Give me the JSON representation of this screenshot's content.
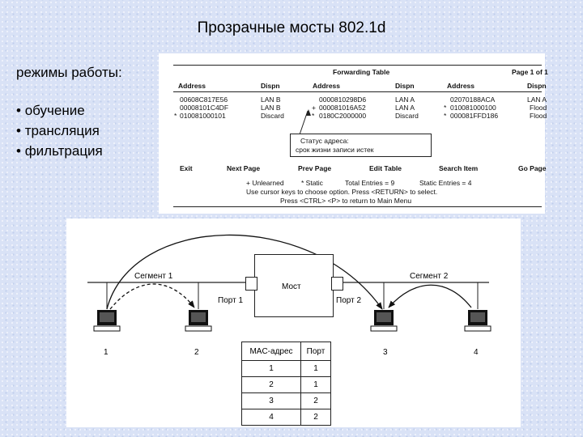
{
  "slide": {
    "title": "Прозрачные мосты 802.1d",
    "modes_heading": "режимы работы:",
    "modes": [
      "обучение",
      "трансляция",
      "фильтрация"
    ]
  },
  "terminal": {
    "title": "Forwarding Table",
    "page": "Page 1 of 1",
    "columns": [
      "Address",
      "Dispn",
      "Address",
      "Dispn",
      "Address",
      "Dispn"
    ],
    "groups": [
      {
        "rows": [
          {
            "mark": "",
            "address": "00608C817E56",
            "dispn": "LAN B"
          },
          {
            "mark": "",
            "address": "00008101C4DF",
            "dispn": "LAN B"
          },
          {
            "mark": "*",
            "address": "010081000101",
            "dispn": "Discard"
          }
        ]
      },
      {
        "rows": [
          {
            "mark": "",
            "address": "0000810298D6",
            "dispn": "LAN A"
          },
          {
            "mark": "+",
            "address": "000081016A52",
            "dispn": "LAN A"
          },
          {
            "mark": "*",
            "address": "0180C2000000",
            "dispn": "Discard"
          }
        ]
      },
      {
        "rows": [
          {
            "mark": "",
            "address": "02070188ACA",
            "dispn": "LAN A"
          },
          {
            "mark": "*",
            "address": "010081000100",
            "dispn": "Flood"
          },
          {
            "mark": "*",
            "address": "000081FFD186",
            "dispn": "Flood"
          }
        ]
      }
    ],
    "callout": {
      "line1": "Статус адреса:",
      "line2": "срок жизни записи истек"
    },
    "menu": [
      "Exit",
      "Next Page",
      "Prev Page",
      "Edit Table",
      "Search Item",
      "Go Page"
    ],
    "legend_unlearned": "+ Unlearned",
    "legend_static": "* Static",
    "total_entries": "Total Entries = 9",
    "static_entries": "Static Entries = 4",
    "help1": "Use cursor keys to choose option. Press <RETURN> to select.",
    "help2": "Press <CTRL> <P> to return to Main Menu"
  },
  "network": {
    "segment1": "Сегмент 1",
    "segment2": "Сегмент 2",
    "bridge": "Мост",
    "port1": "Порт 1",
    "port2": "Порт 2",
    "hosts": [
      "1",
      "2",
      "3",
      "4"
    ],
    "table": {
      "headers": [
        "MAC-адрес",
        "Порт"
      ],
      "rows": [
        [
          "1",
          "1"
        ],
        [
          "2",
          "1"
        ],
        [
          "3",
          "2"
        ],
        [
          "4",
          "2"
        ]
      ]
    }
  }
}
